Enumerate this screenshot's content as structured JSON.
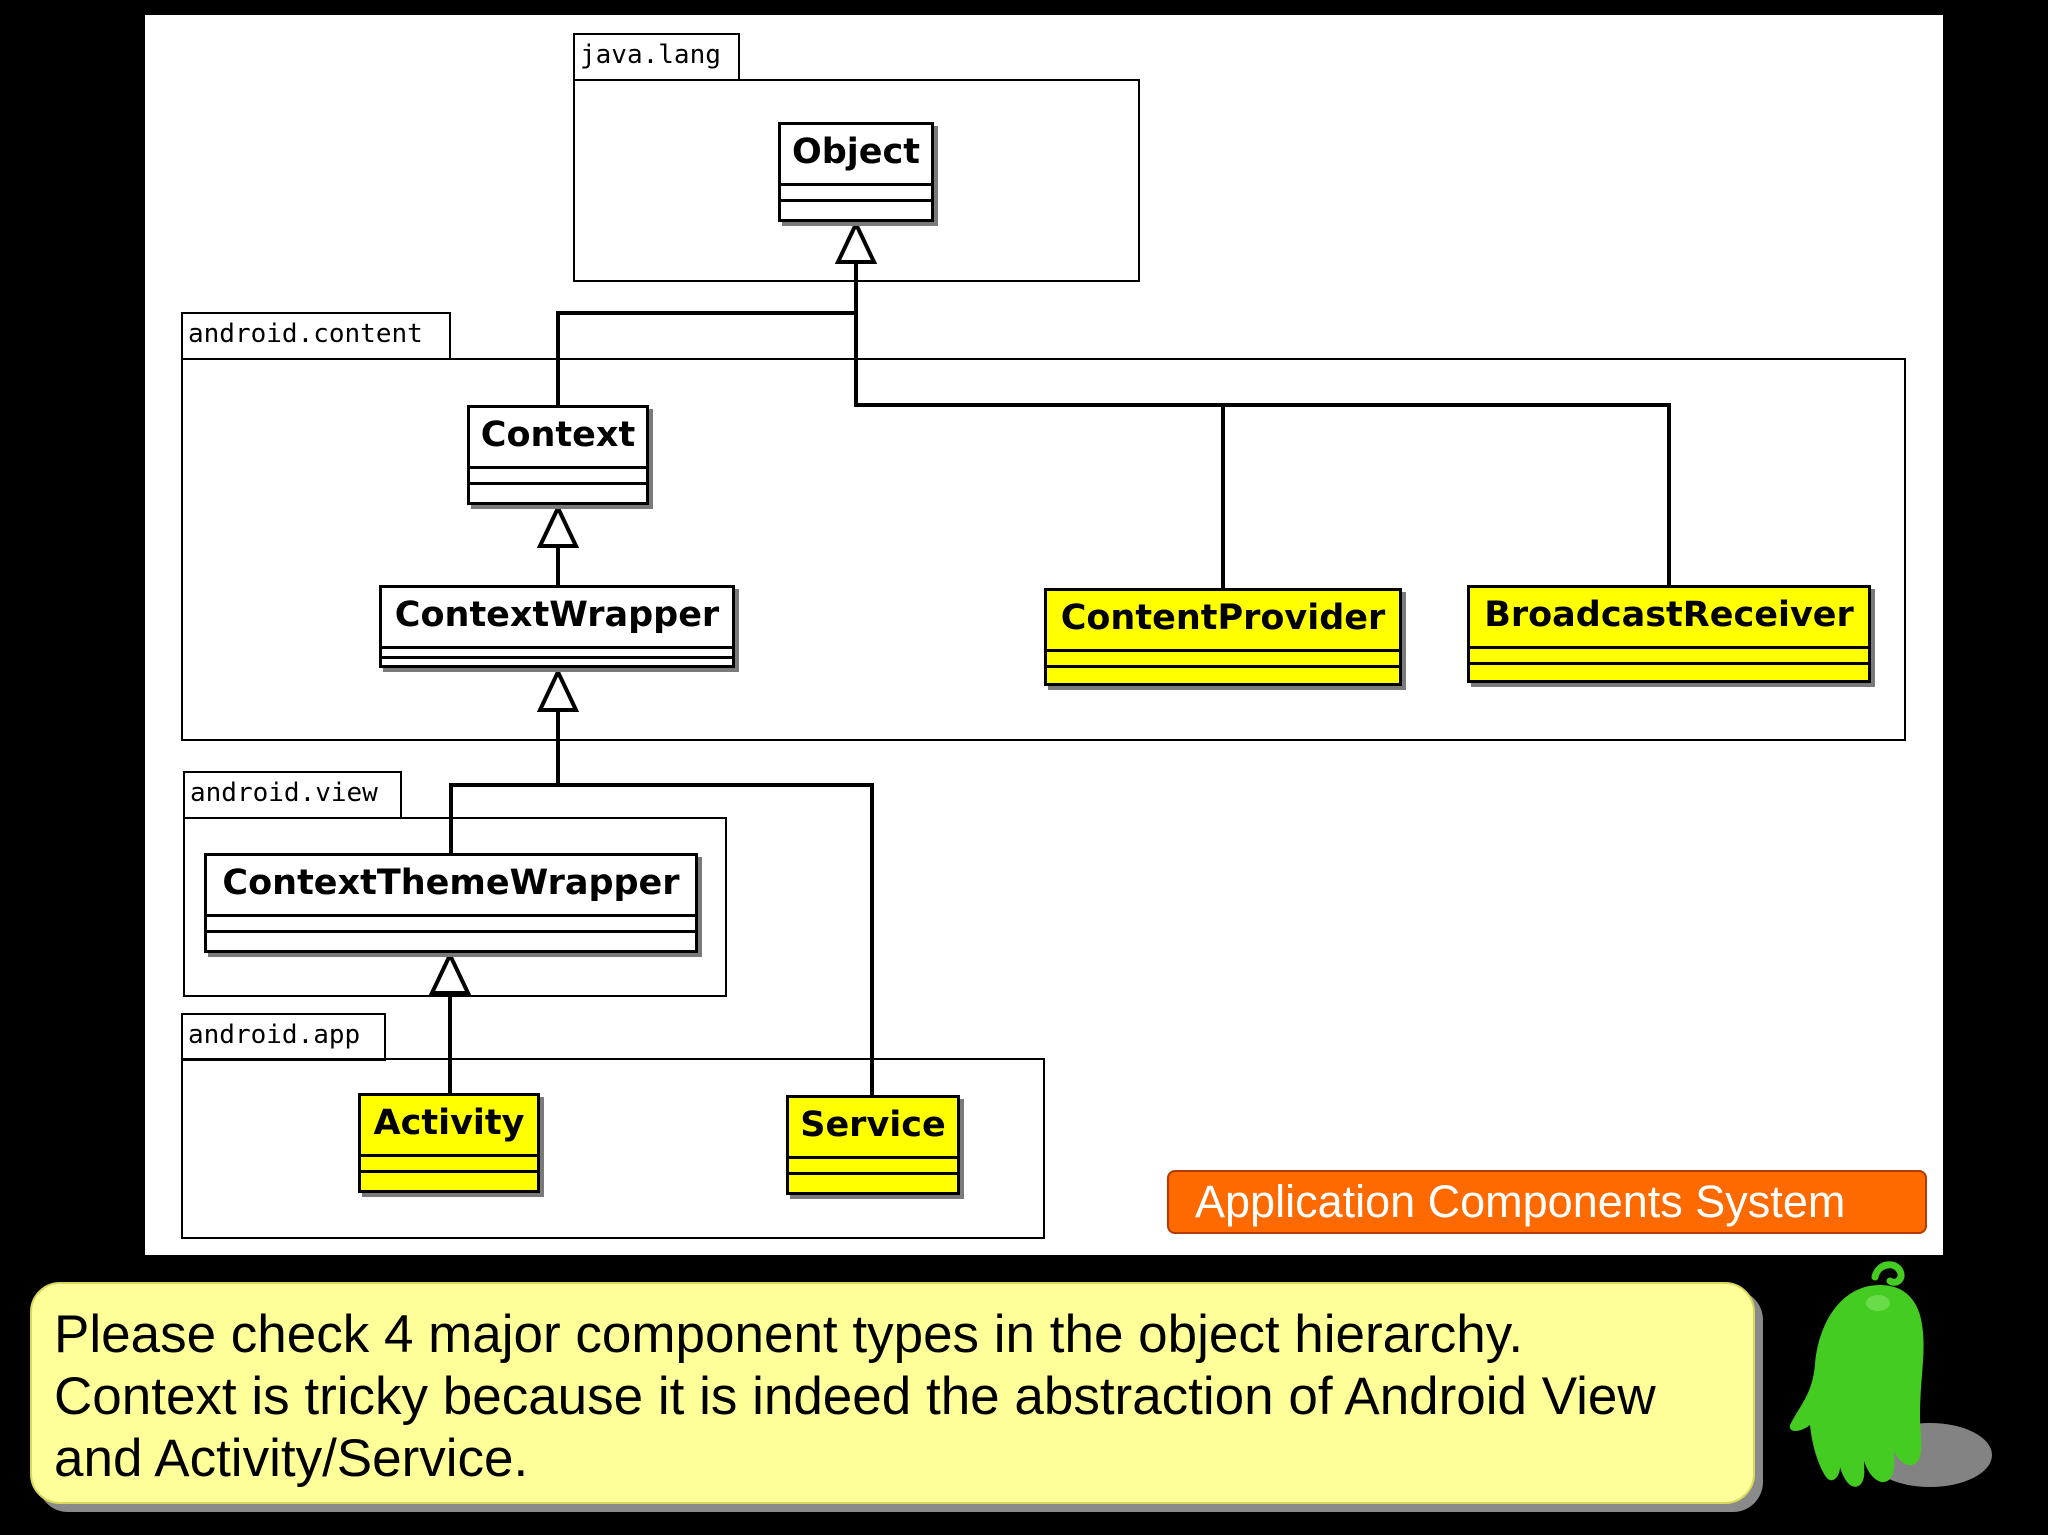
{
  "packages": {
    "java_lang": "java.lang",
    "android_content": "android.content",
    "android_view": "android.view",
    "android_app": "android.app"
  },
  "classes": {
    "object": "Object",
    "context": "Context",
    "context_wrapper": "ContextWrapper",
    "content_provider": "ContentProvider",
    "broadcast_receiver": "BroadcastReceiver",
    "context_theme_wrapper": "ContextThemeWrapper",
    "activity": "Activity",
    "service": "Service"
  },
  "caption": "Application Components System",
  "note": {
    "lines": [
      "Please check 4 major component types in the object hierarchy.",
      "Context is tricky because it is indeed the abstraction of Android View",
      "and Activity/Service."
    ]
  },
  "colors": {
    "highlight": "#ffff00",
    "caption_bg": "#ff6a00",
    "note_bg": "#ffff99",
    "mascot": "#44cc22"
  },
  "icons": {
    "mascot": "green-android-ghost-icon"
  }
}
